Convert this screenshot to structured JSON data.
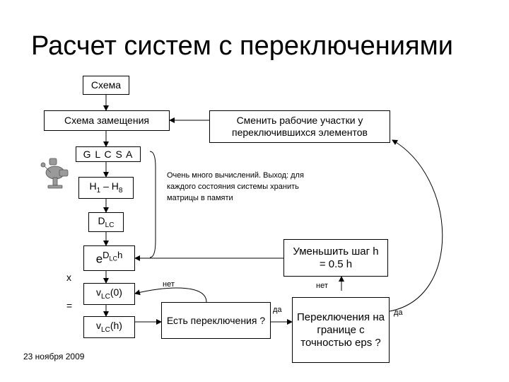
{
  "title": "Расчет систем с переключениями",
  "boxes": {
    "scheme": "Схема",
    "equiv": "Схема замещения",
    "change": "Сменить рабочие участки у переключившихся элементов",
    "glcsa": "G L C S A",
    "h": "H",
    "h_sub1": "1",
    "h_mid": " – H",
    "h_sub2": "8",
    "d": "D",
    "d_sub": "LC",
    "exp_base": "e",
    "exp_sup": "D",
    "exp_sub": "LC",
    "exp_h": "h",
    "v0": "v",
    "v0_sub": "LC",
    "v0_arg": "(0)",
    "vh": "v",
    "vh_sub": "LC",
    "vh_arg": "(h)",
    "check": "Есть переключения ?",
    "halve": "Уменьшить шаг h = 0.5 h",
    "boundary": "Переключения на границе с точностью eps ?"
  },
  "note": "Очень много вычислений. Выход: для каждого состояния системы хранить матрицы в памяти",
  "labels": {
    "x": "x",
    "eq": "=",
    "no1": "нет",
    "no2": "нет",
    "yes1": "да",
    "yes2": "да"
  },
  "date": "23 ноября 2009",
  "icon": "meat-grinder-icon"
}
